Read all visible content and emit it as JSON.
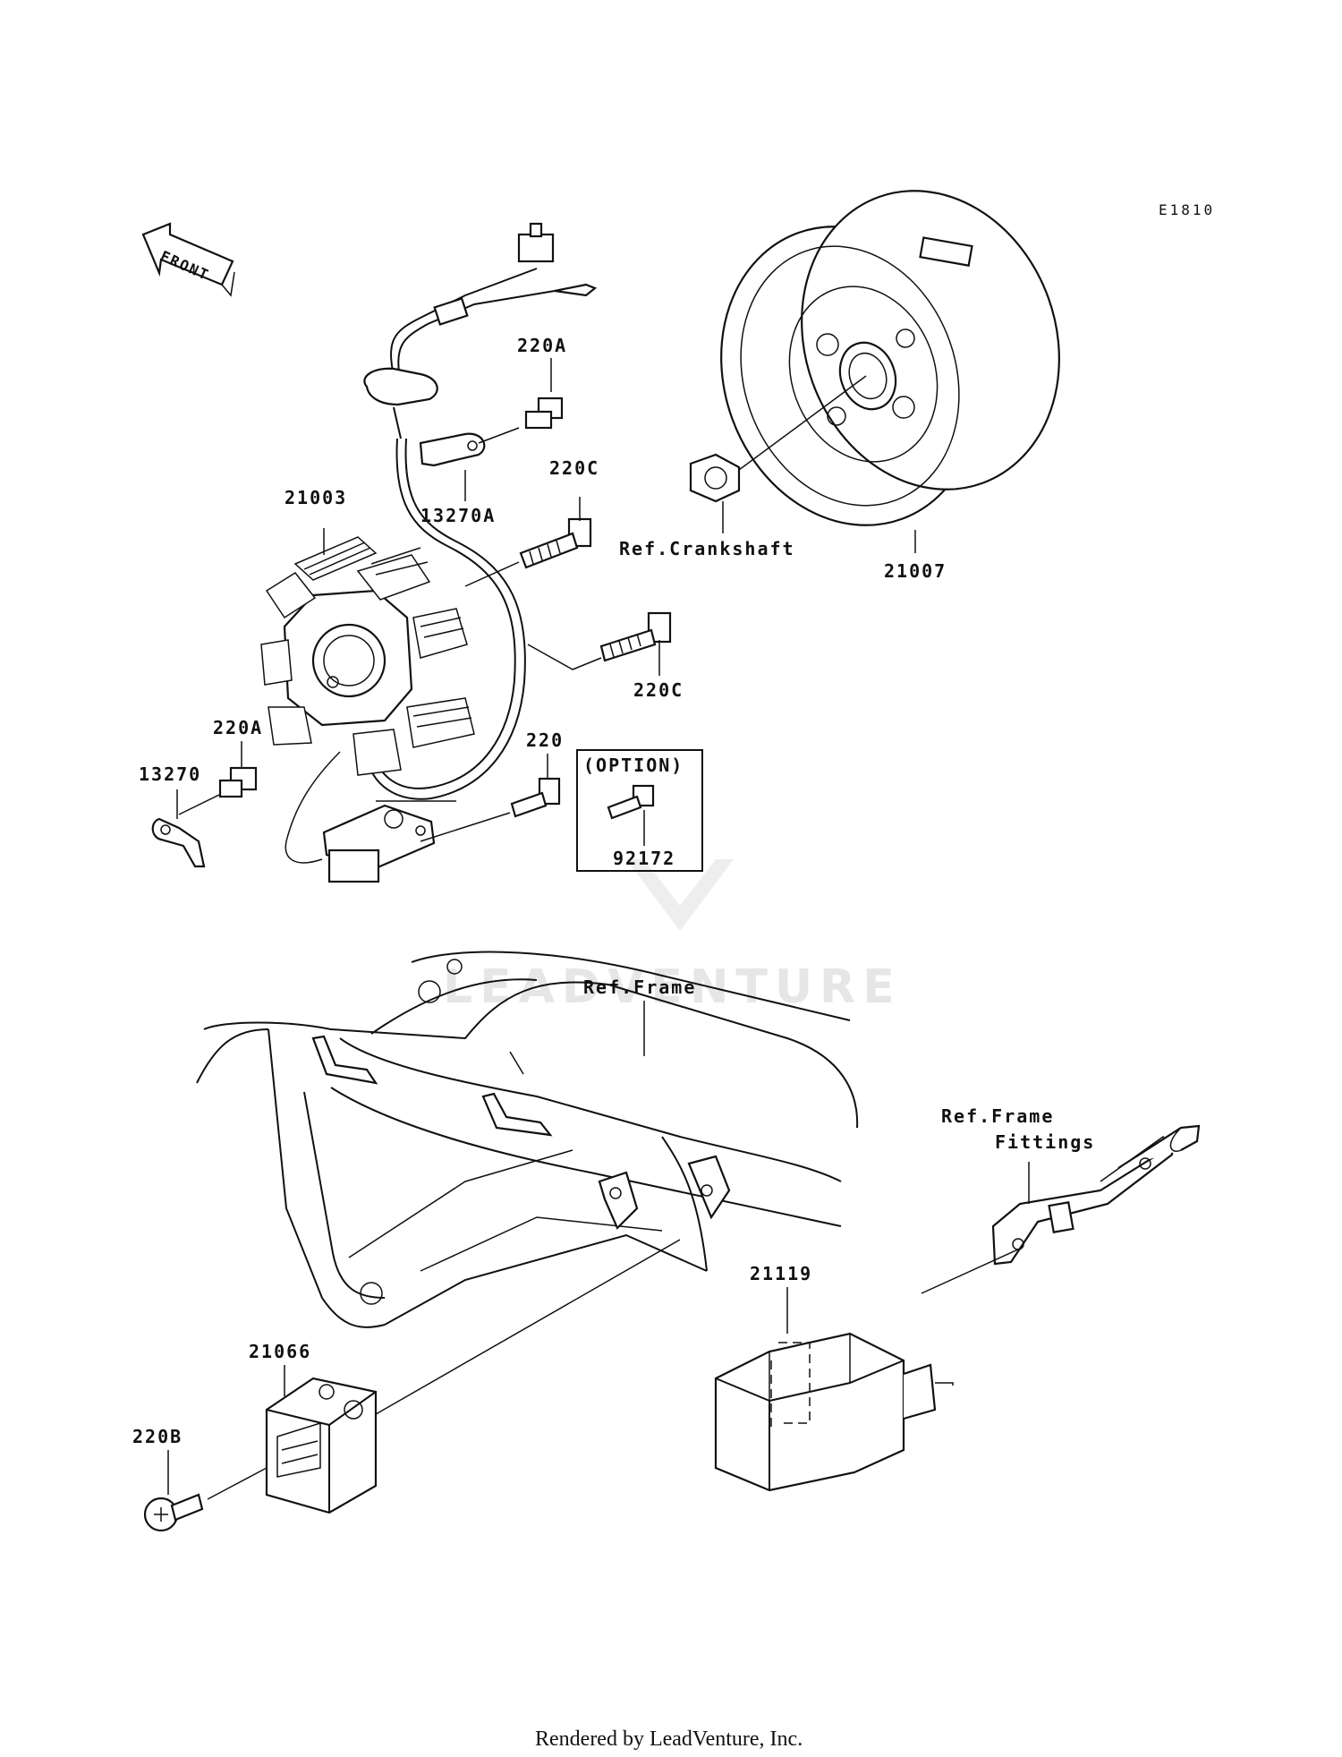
{
  "diagram_code": "E1810",
  "front_label": "FRONT",
  "watermark": "LEADVENTURE",
  "footer": "Rendered by LeadVenture, Inc.",
  "labels": {
    "l_220A_top": "220A",
    "l_13270A": "13270A",
    "l_220C_upper": "220C",
    "l_21003": "21003",
    "l_ref_crankshaft": "Ref.Crankshaft",
    "l_21007": "21007",
    "l_220C_lower": "220C",
    "l_220A_left": "220A",
    "l_13270": "13270",
    "l_220": "220",
    "l_option": "(OPTION)",
    "l_92172": "92172",
    "l_ref_frame": "Ref.Frame",
    "l_ref_frame_fittings_1": "Ref.Frame",
    "l_ref_frame_fittings_2": "Fittings",
    "l_21119": "21119",
    "l_21066": "21066",
    "l_220B": "220B"
  }
}
